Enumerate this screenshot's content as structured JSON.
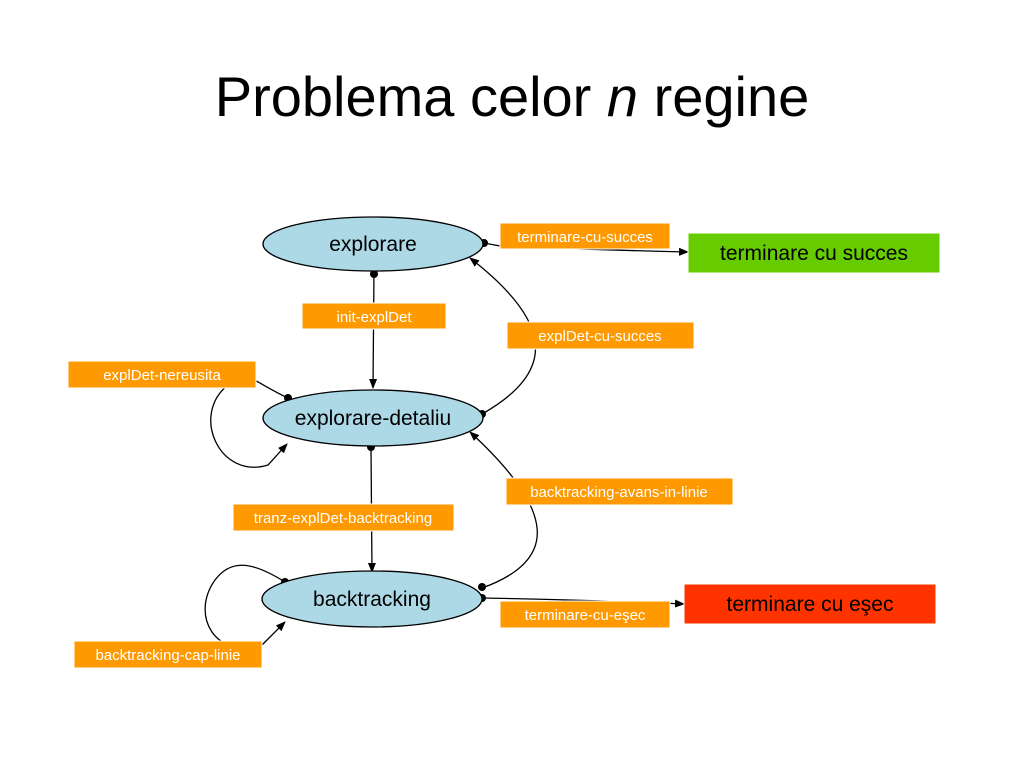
{
  "title": {
    "prefix": "Problema celor",
    "variable": "n",
    "suffix": "regine"
  },
  "colors": {
    "node_fill": "#add8e6",
    "label_fill": "#ff9900",
    "success_fill": "#66cc00",
    "failure_fill": "#ff3300"
  },
  "states": {
    "explorare": "explorare",
    "explorare_detaliu": "explorare-detaliu",
    "backtracking": "backtracking"
  },
  "terminals": {
    "success": "terminare cu succes",
    "failure": "terminare cu eşec"
  },
  "transitions": {
    "terminare_cu_succes": "terminare-cu-succes",
    "init_explDet": "init-explDet",
    "explDet_cu_succes": "explDet-cu-succes",
    "explDet_nereusita": "explDet-nereusita",
    "backtracking_avans_in_linie": "backtracking-avans-in-linie",
    "tranz_explDet_backtracking": "tranz-explDet-backtracking",
    "terminare_cu_esec": "terminare-cu-eşec",
    "backtracking_cap_linie": "backtracking-cap-linie"
  }
}
